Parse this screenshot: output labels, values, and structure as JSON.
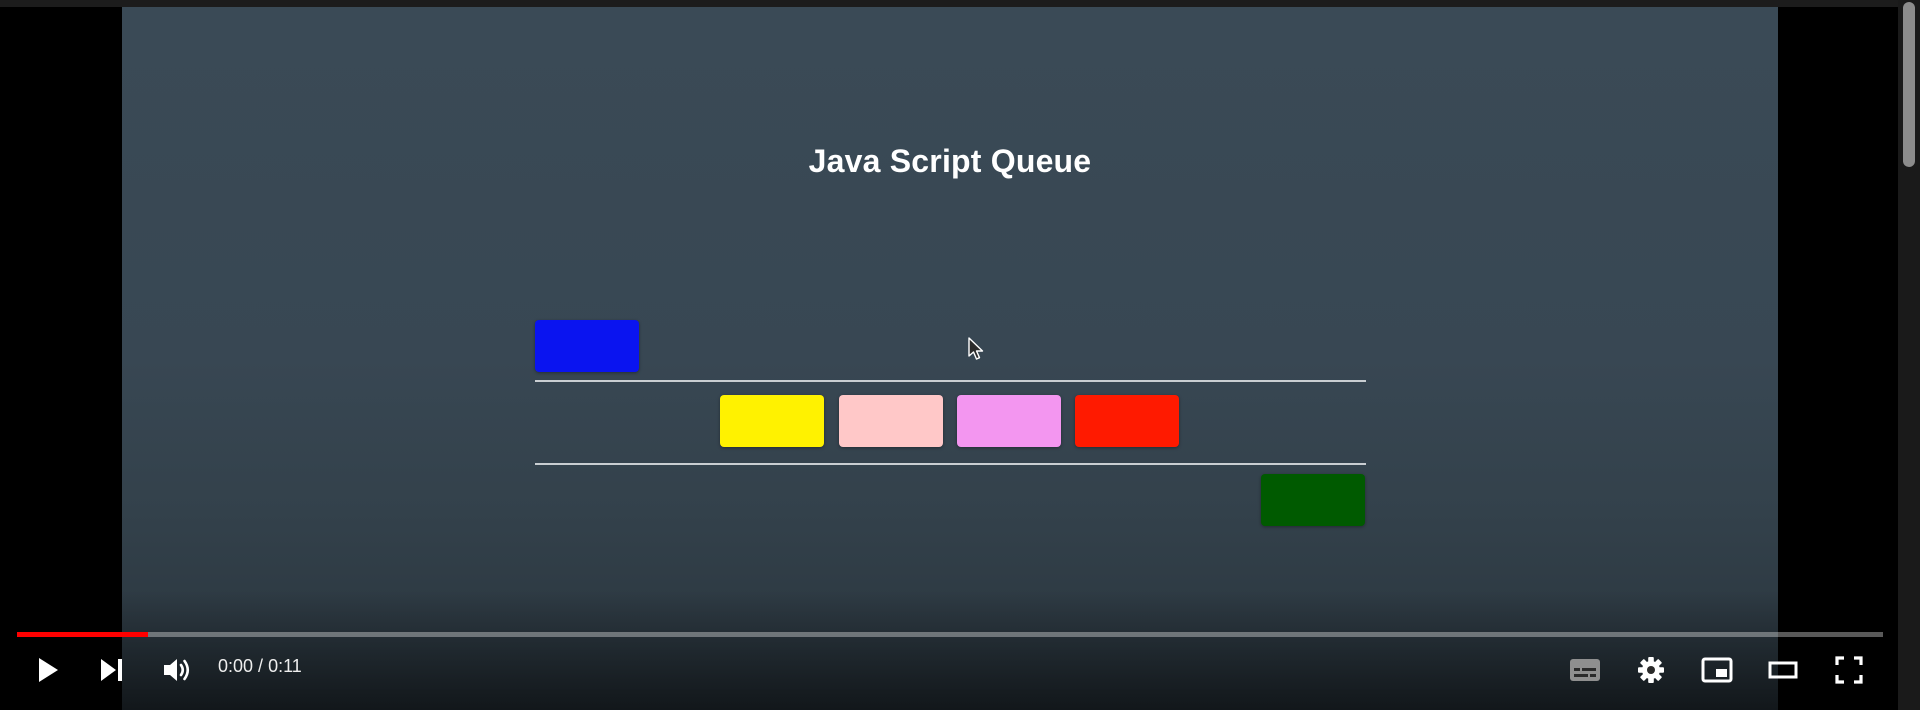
{
  "video": {
    "title": "Java Script Queue",
    "frame_background": "#384753",
    "cursor_icon": "mouse-pointer-icon",
    "queue": {
      "incoming_color": "#0a14f0",
      "items": [
        {
          "color": "#fff200"
        },
        {
          "color": "#ffc8c8"
        },
        {
          "color": "#f396f0"
        },
        {
          "color": "#ff1a00"
        }
      ],
      "dequeued_color": "#005a00",
      "line_color": "#c9ced2"
    }
  },
  "controls": {
    "progress_played_fraction": 0.07,
    "progress_color": "#ff0000",
    "current_time": "0:00",
    "separator": " / ",
    "duration": "0:11",
    "icons": {
      "play": "play-icon",
      "next": "next-icon",
      "volume": "volume-icon",
      "subtitles": "subtitles-icon",
      "settings": "settings-gear-icon",
      "miniplayer": "miniplayer-icon",
      "theater": "theater-mode-icon",
      "fullscreen": "fullscreen-icon"
    }
  }
}
